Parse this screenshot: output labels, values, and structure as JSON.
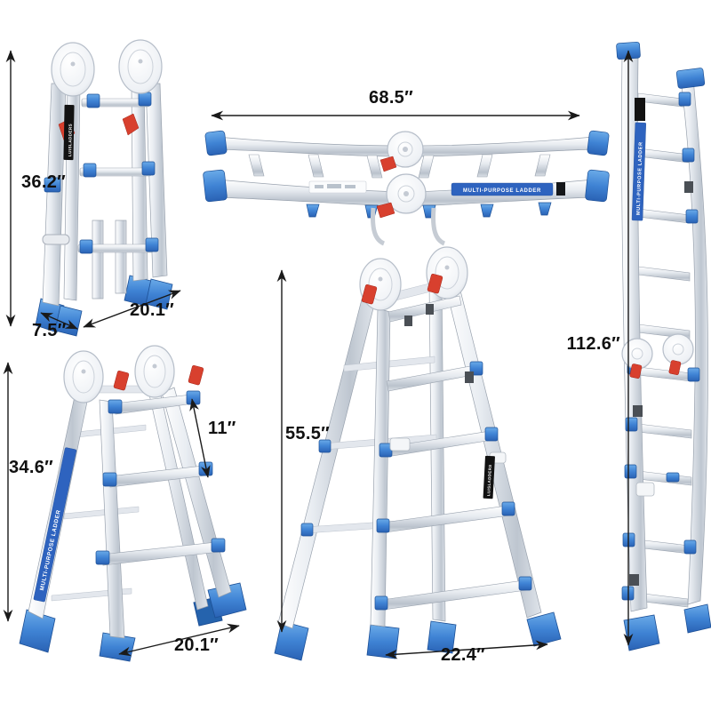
{
  "product_labels": {
    "brand": "LUISLADDERS",
    "type": "MULTI-PURPOSE LADDER"
  },
  "dimensions": {
    "folded": {
      "height": "36.2″",
      "depth": "7.5″",
      "width": "20.1″"
    },
    "flat": {
      "length": "68.5″"
    },
    "extended": {
      "height": "112.6″"
    },
    "a_frame": {
      "height": "34.6″",
      "rung_spacing": "11″",
      "width": "20.1″"
    },
    "a_frame_tall": {
      "height": "55.5″",
      "width": "22.4″"
    }
  },
  "colors": {
    "background": "#ffffff",
    "dimension_text": "#111111",
    "accent_blue": "#3f83d4",
    "accent_red": "#d8402e",
    "label_blue": "#2e63bf"
  }
}
